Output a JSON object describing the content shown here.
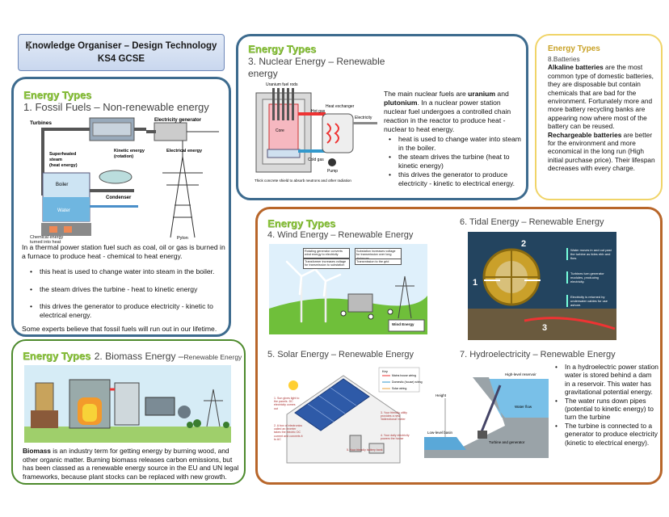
{
  "title": {
    "line1": "Knowledge Organiser – Design Technology",
    "line2": "KS4 GCSE"
  },
  "tag": "Energy Types",
  "fossil": {
    "heading": "1. Fossil Fuels – Non-renewable energy",
    "diagram": {
      "turbines": "Turbines",
      "generator": "Electricity generator",
      "superheated": "Superheated",
      "steam": "steam",
      "heat_energy": "(heat energy)",
      "kinetic": "Kinetic energy",
      "rotation": "(rotation)",
      "electrical": "Electrical energy",
      "boiler": "Boiler",
      "condenser": "Condenser",
      "water": "Water",
      "chemical1": "Chemical energy",
      "chemical2": "turned into heat",
      "pylon": "Pylon"
    },
    "intro": "In a thermal power station fuel such as coal, oil or gas is burned in a furnace to produce heat - chemical to heat energy.",
    "bullets": [
      "this heat is used to change water into steam in the boiler.",
      "the steam drives the turbine - heat to kinetic energy",
      "this drives the generator to produce electricity - kinetic to electrical energy."
    ],
    "outro": "Some experts believe that fossil fuels will run out in our lifetime."
  },
  "nuclear": {
    "heading_line1": "3. Nuclear Energy – Renewable",
    "heading_line2": "energy",
    "intro_pre": "The main nuclear fuels are ",
    "fuel1": "uranium",
    "and": " and ",
    "fuel2": "plutonium",
    "intro_post": ". In a nuclear power station nuclear fuel undergoes a controlled chain reaction in the reactor to produce heat - nuclear to heat energy.",
    "bullets": [
      "heat is used to change water into steam in the boiler.",
      "the steam drives the turbine (heat to kinetic energy)",
      "this drives the generator to produce electricity - kinetic to electrical energy."
    ],
    "diagram": {
      "rods": "Uranium fuel rods",
      "heat_exchanger": "Heat exchanger",
      "electricity": "Electricity",
      "hot_gas": "Hot gas",
      "cold_gas": "Cold gas",
      "core": "Core",
      "pump": "Pump",
      "caption": "Thick concrete shield to absorb neutrons and other radiation"
    }
  },
  "batteries": {
    "tag": "Energy Types",
    "heading": "8.Batteries",
    "alk_label": "Alkaline batteries",
    "alk_text": " are the most common type of domestic batteries, they are disposable but contain chemicals that are bad for the environment. Fortunately more and more battery recycling banks are appearing now where most of the battery can be reused. ",
    "rech_label": "Rechargeable batteries",
    "rech_text": " are better for the environment and more economical in the long run (High initial purchase price). Their lifespan decreases with every charge."
  },
  "biomass": {
    "heading": "2. Biomass Energy –",
    "heading_small": "Renewable Energy",
    "label": "Biomass",
    "text": " is an industry term for getting energy by burning wood, and other organic matter. Burning biomass releases carbon emissions, but has been classed as a renewable energy source in the EU and UN legal frameworks, because plant stocks can be replaced with new growth."
  },
  "wind": {
    "heading": "4. Wind Energy – Renewable Energy",
    "boxes": [
      "Rotating generator converts wind energy to electricity",
      "Transformer increases voltage for transmission to substation",
      "Substation increases voltage for transmission over long distances",
      "Transmission to the grid"
    ],
    "tag_box": "Wind Energy"
  },
  "tidal": {
    "heading": "6. Tidal Energy – Renewable Energy",
    "steps": [
      "Water moves in and out past the turbine as tides ebb and flow.",
      "Turbines turn generator modules, producing electricity.",
      "Electricity is returned by underwater cables for use ashore."
    ],
    "numbers": [
      "1",
      "2",
      "3"
    ]
  },
  "solar": {
    "heading": "5. Solar Energy – Renewable Energy",
    "key": [
      "Key",
      "Mains house wiring",
      "Domestic (house) wiring",
      "Solar wiring"
    ],
    "notes": [
      "1. Sun gives light to the panels. DC electricity comes out",
      "2. A box of electronics called an inverter takes the electric DC current and converts it to AC",
      "3. Your friendly utility provides a new 'bidirectional' meter",
      "4. Your daily electricity powers the house",
      "5. Your friendly battery bank"
    ]
  },
  "hydro": {
    "heading": "7. Hydroelectricity – Renewable Energy",
    "bullets": [
      "In a hydroelectric power station water is stored behind a dam in a reservoir. This water has gravitational potential energy.",
      "The water runs down pipes (potential to kinetic energy) to turn the turbine",
      "The turbine is connected to a generator to produce electricity (kinetic to electrical energy)."
    ],
    "diagram": {
      "reservoir": "High-level reservoir",
      "height": "Height",
      "water_flow": "Water flow",
      "lower": "Low-level basin",
      "turbine": "Turbine and generator"
    }
  },
  "colors": {
    "blue_border": "#3d6b8e",
    "green_border": "#4d8a2c",
    "yellow_border": "#f0d468",
    "orange_border": "#b8662a",
    "tag_green": "#8dc63f"
  }
}
